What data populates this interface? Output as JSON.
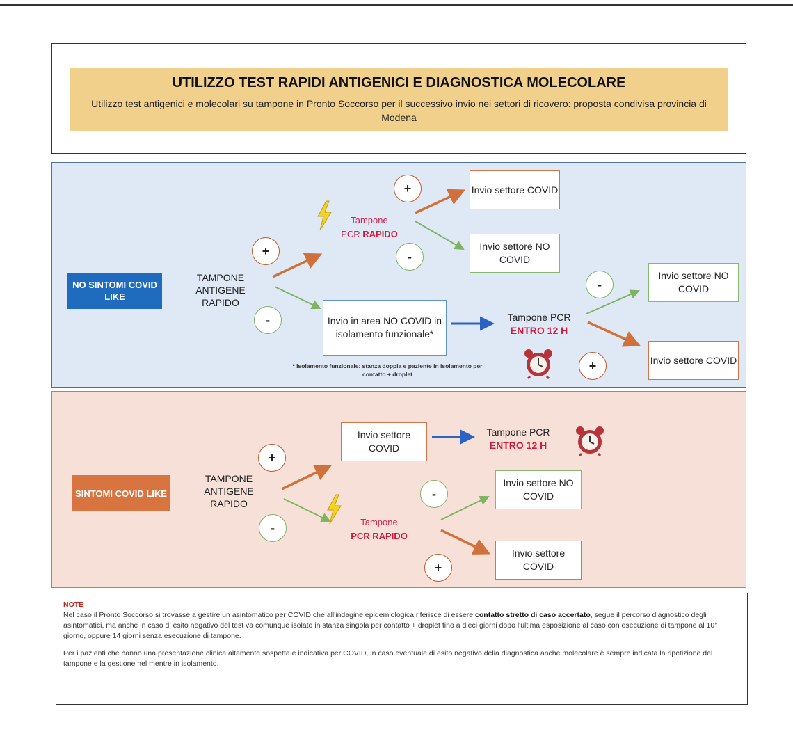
{
  "header": {
    "title": "UTILIZZO TEST RAPIDI ANTIGENICI E DIAGNOSTICA MOLECOLARE",
    "subtitle": "Utilizzo test antigenici e molecolari su tampone in Pronto Soccorso per il successivo invio nei settori di ricovero: proposta condivisa provincia di Modena"
  },
  "section_no_symptoms": {
    "tag": "NO SINTOMI COVID LIKE",
    "antigen_test": "TAMPONE ANTIGENE RAPIDO",
    "positive": "+",
    "negative": "-",
    "rapid_pcr_line1": "Tampone",
    "rapid_pcr_line2_prefix": "PCR ",
    "rapid_pcr_line2_emph": "RAPIDO",
    "send_covid": "Invio settore COVID",
    "send_no_covid": "Invio settore NO COVID",
    "isolation_box": "Invio in area NO COVID in isolamento funzionale*",
    "pcr_12h_line1": "Tampone PCR",
    "pcr_12h_line2": "ENTRO 12 H",
    "send_no_covid_2": "Invio settore NO COVID",
    "send_covid_2": "Invio settore COVID",
    "footnote": "* Isolamento funzionale: stanza doppia e paziente in isolamento per contatto + droplet"
  },
  "section_symptoms": {
    "tag": "SINTOMI COVID LIKE",
    "antigen_test": "TAMPONE ANTIGENE RAPIDO",
    "positive": "+",
    "negative": "-",
    "send_covid": "Invio settore COVID",
    "pcr_12h_line1": "Tampone PCR",
    "pcr_12h_line2": "ENTRO 12 H",
    "rapid_pcr_line1": "Tampone",
    "rapid_pcr_line2": "PCR RAPIDO",
    "send_no_covid": "Invio settore NO COVID",
    "send_covid_2": "Invio settore COVID"
  },
  "notes": {
    "heading": "NOTE",
    "p1_before": "Nel caso il Pronto Soccorso si trovasse a gestire un asintomatico per COVID che all'indagine epidemiologica riferisce di essere ",
    "p1_bold": "contatto stretto di caso accertato",
    "p1_after": ", segue il percorso diagnostico degli asintomatici, ma anche in caso di esito negativo del test va comunque isolato in stanza singola per contatto + droplet fino a dieci giorni dopo l'ultima esposizione al caso con esecuzione di tampone al 10° giorno, oppure 14 giorni senza esecuzione di tampone.",
    "p2": "Per i pazienti che hanno una presentazione clinica altamente sospetta e indicativa per COVID, in caso eventuale di esito negativo della diagnostica anche molecolare è sempre indicata la ripetizione del tampone e la gestione nel mentre in isolamento."
  },
  "colors": {
    "header_band": "#f1d08c",
    "panel_blue": "#dfe9f5",
    "panel_pink": "#f7e0d7",
    "tag_blue": "#1f6bbf",
    "tag_orange": "#d8743f",
    "arrow_orange": "#d0713c",
    "arrow_green": "#7fb362",
    "arrow_blue": "#2a63c4",
    "emphasis_red": "#d21a3c"
  }
}
